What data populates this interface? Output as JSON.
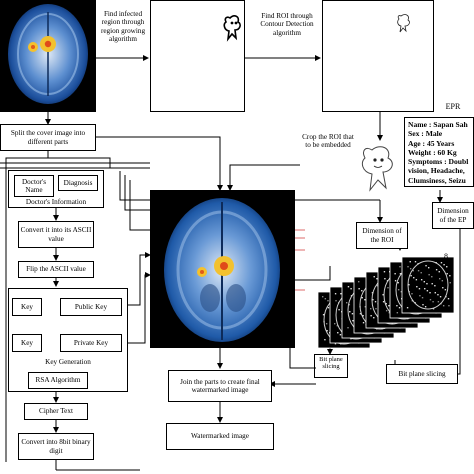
{
  "steps": {
    "region_growing": "Find infected region through region growing algorithm",
    "contour": "Find ROI through Contour Detection algorithm",
    "split": "Split the cover image into different parts",
    "crop": "Crop the ROI that to be embedded",
    "dimension_roi": "Dimension of the ROI",
    "dimension_epr": "Dimension of the EP",
    "doctor_name": "Doctor's Name",
    "diagnosis": "Diagnosis",
    "doctor_info": "Doctor's Information",
    "convert_ascii": "Convert it into its ASCII value",
    "flip_ascii": "Flip the ASCII value",
    "key1": "Key",
    "public_key": "Public Key",
    "key2": "Key",
    "private_key": "Private Key",
    "key_generation": "Key Generation",
    "rsa": "RSA Algorithm",
    "cipher": "Cipher Text",
    "convert_8bit": "Convert into 8bit binary digit",
    "join": "Join the parts to create final watermarked image",
    "watermarked": "Watermarked image",
    "bitplane_small": "Bit plane slicing",
    "bitplane": "Bit plane slicing",
    "slice_number": "8"
  },
  "epr": {
    "title": "EPR",
    "lines": [
      "Name : Sapan Sah",
      "Sex : Male",
      "Age : 45 Years",
      "Weight : 60 Kg",
      "Symptoms : Doubl",
      "vision, Headache,",
      "Clumsiness, Seizu"
    ]
  },
  "colors": {
    "scan_blue": "#2f6fb8",
    "tumor": "#f2c12e",
    "background": "#000000"
  }
}
